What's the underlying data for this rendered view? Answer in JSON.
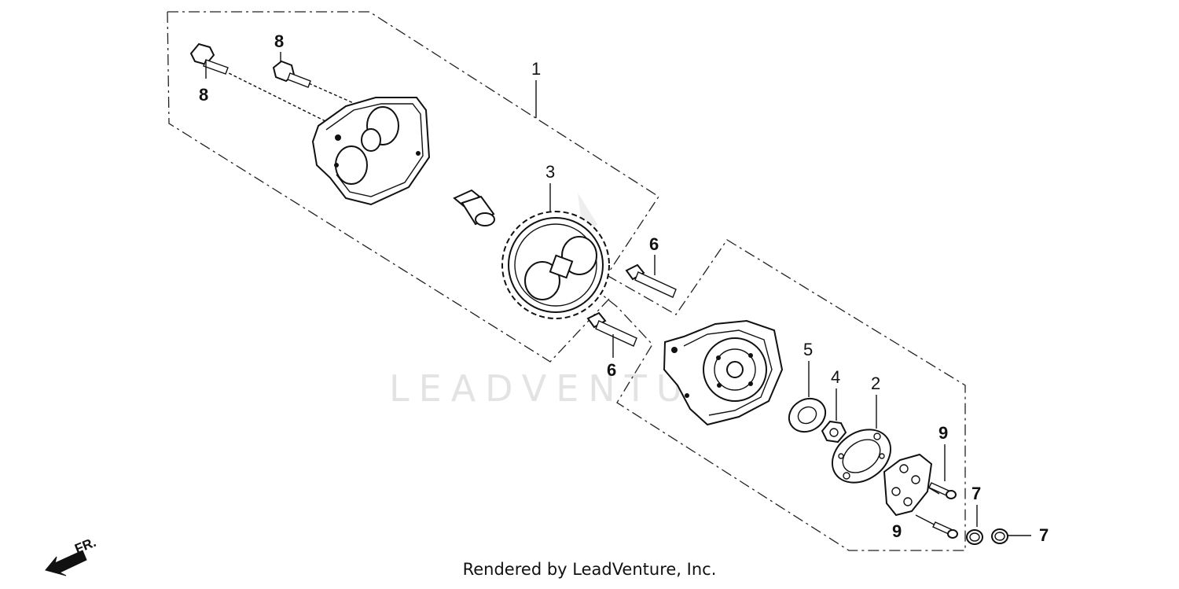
{
  "callouts": {
    "c1": "1",
    "c2": "2",
    "c3": "3",
    "c4": "4",
    "c5": "5",
    "c6a": "6",
    "c6b": "6",
    "c7a": "7",
    "c7b": "7",
    "c8a": "8",
    "c8b": "8",
    "c9a": "9",
    "c9b": "9"
  },
  "direction": {
    "label": "FR."
  },
  "watermark": {
    "text": "LEADVENTURE"
  },
  "footer": {
    "text": "Rendered by LeadVenture, Inc."
  }
}
